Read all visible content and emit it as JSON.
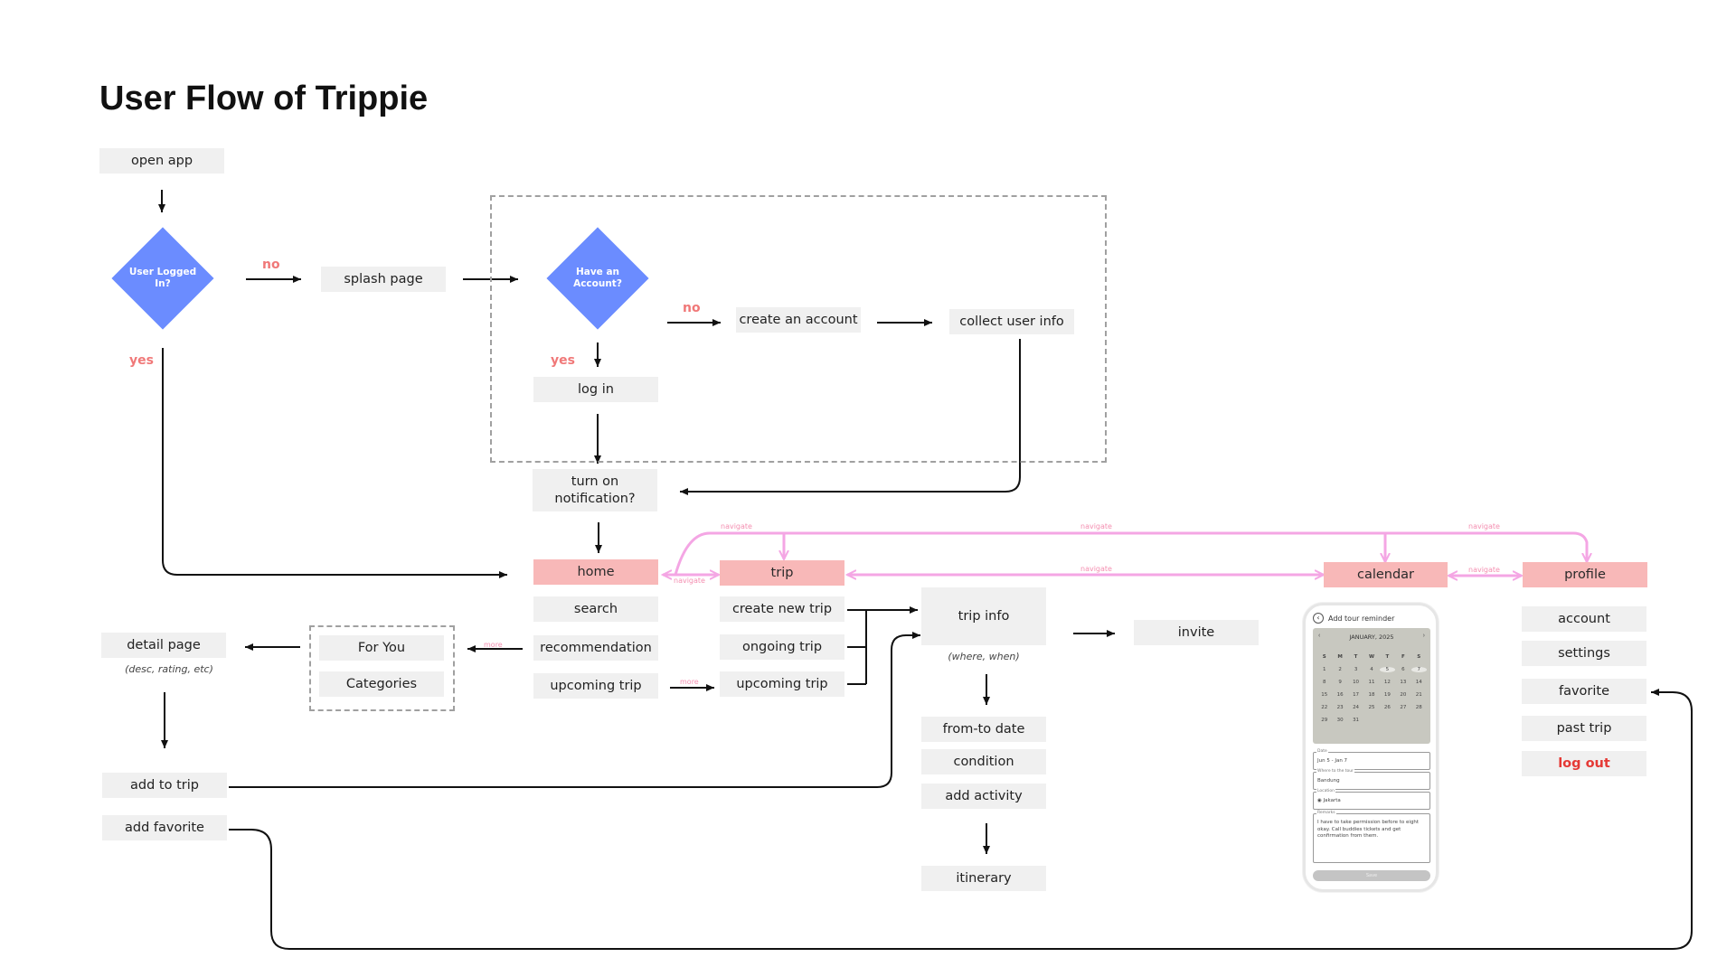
{
  "title": "User Flow of Trippie",
  "colors": {
    "diamond": "#6b8cff",
    "highlight": "#f8b8b8",
    "navigate_line": "#f4a6e4",
    "label_red": "#f07878",
    "logout": "#e53935"
  },
  "nodes": {
    "open_app": "open app",
    "user_logged_in": "User Logged In?",
    "splash_page": "splash page",
    "have_account": "Have an Account?",
    "create_account": "create an account",
    "collect_info": "collect user info",
    "log_in": "log in",
    "turn_on_notification": "turn on notification?",
    "home": "home",
    "trip": "trip",
    "calendar": "calendar",
    "profile": "profile",
    "search": "search",
    "recommendation": "recommendation",
    "upcoming_trip_home": "upcoming trip",
    "create_new_trip": "create new trip",
    "ongoing_trip": "ongoing trip",
    "upcoming_trip": "upcoming trip",
    "trip_info": "trip info",
    "trip_info_note": "(where, when)",
    "invite": "invite",
    "from_to_date": "from-to date",
    "condition": "condition",
    "add_activity": "add activity",
    "itinerary": "itinerary",
    "for_you": "For You",
    "categories": "Categories",
    "detail_page": "detail page",
    "detail_note": "(desc, rating, etc)",
    "add_to_trip": "add to trip",
    "add_favorite": "add favorite",
    "account": "account",
    "settings": "settings",
    "favorite": "favorite",
    "past_trip": "past trip",
    "log_out": "log out"
  },
  "edge_labels": {
    "no_1": "no",
    "yes_1": "yes",
    "no_2": "no",
    "yes_2": "yes",
    "navigate": "navigate",
    "more": "more"
  },
  "phone": {
    "header": "Add tour reminder",
    "month": "JANUARY, 2025",
    "weekdays": [
      "S",
      "M",
      "T",
      "W",
      "T",
      "F",
      "S"
    ],
    "days": [
      "1",
      "2",
      "3",
      "4",
      "5",
      "6",
      "7",
      "8",
      "9",
      "10",
      "11",
      "12",
      "13",
      "14",
      "15",
      "16",
      "17",
      "18",
      "19",
      "20",
      "21",
      "22",
      "23",
      "24",
      "25",
      "26",
      "27",
      "28",
      "29",
      "30",
      "31"
    ],
    "selected_days": [
      "5",
      "7"
    ],
    "date_label": "Date",
    "date_value": "Jun 5 - Jan 7",
    "where_label": "Where to the tour",
    "where_value": "Bandung",
    "location_label": "Location",
    "location_value": "Jakarta",
    "remarks_label": "Remarks",
    "remarks_value": "I have to take permission before to eight okay. Call buddies tickets and get confirmation from them.",
    "button": "Save"
  }
}
